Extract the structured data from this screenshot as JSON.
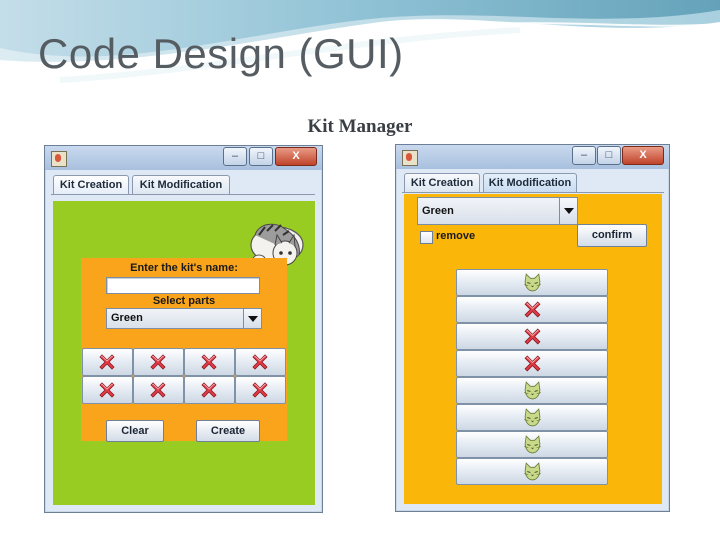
{
  "slide": {
    "title": "Code Design (GUI)",
    "subtitle": "Kit Manager"
  },
  "colors": {
    "creation_panel": "#99cc22",
    "inner_panel": "#f9a41b",
    "modification_panel": "#fbb60a"
  },
  "window_left": {
    "title_icon": "java-cup-icon",
    "controls": [
      "minimize",
      "maximize",
      "close"
    ],
    "tabs": [
      {
        "label": "Kit Creation",
        "active": true
      },
      {
        "label": "Kit Modification",
        "active": false
      }
    ],
    "decoration": "cat-mascot",
    "name_prompt": "Enter the kit's name:",
    "name_value": "",
    "parts_prompt": "Select parts",
    "parts_selected": "Green",
    "part_grid": {
      "rows": 2,
      "cols": 4,
      "cells": [
        "x-icon",
        "x-icon",
        "x-icon",
        "x-icon",
        "x-icon",
        "x-icon",
        "x-icon",
        "x-icon"
      ]
    },
    "clear_label": "Clear",
    "create_label": "Create"
  },
  "window_right": {
    "title_icon": "java-cup-icon",
    "controls": [
      "minimize",
      "maximize",
      "close"
    ],
    "tabs": [
      {
        "label": "Kit Creation",
        "active": false
      },
      {
        "label": "Kit Modification",
        "active": true
      }
    ],
    "kit_selected": "Green",
    "remove_label": "remove",
    "remove_checked": false,
    "confirm_label": "confirm",
    "part_list": [
      "cat-icon",
      "x-icon",
      "x-icon",
      "x-icon",
      "cat-icon",
      "cat-icon",
      "cat-icon",
      "cat-icon"
    ]
  }
}
